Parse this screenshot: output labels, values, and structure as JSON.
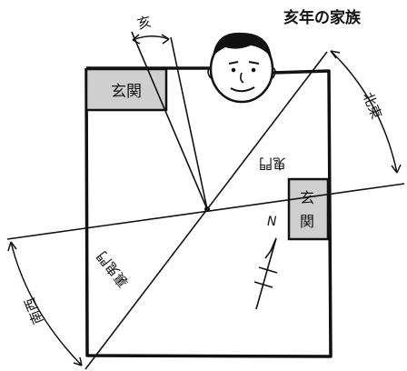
{
  "title": "亥年の家族",
  "labels": {
    "entrance_top": "玄関",
    "entrance_right_1": "玄",
    "entrance_right_2": "関",
    "direction_top": "亥",
    "direction_right_top": "北東",
    "direction_left_bottom": "南西",
    "kimon_upper": "鬼門",
    "kimon_lower": "裏鬼門",
    "north": "N"
  }
}
